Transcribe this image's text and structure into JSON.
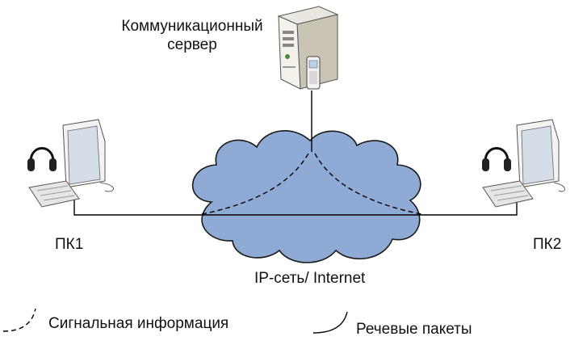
{
  "server": {
    "label_line1": "Коммуникационный",
    "label_line2": "сервер"
  },
  "network": {
    "label": "IP-сеть/ Internet"
  },
  "pc_left": {
    "label": "ПК1"
  },
  "pc_right": {
    "label": "ПК2"
  },
  "legend": {
    "signal_label": "Сигнальная информация",
    "voice_label": "Речевые пакеты"
  },
  "colors": {
    "cloud_fill": "#8FAAD4",
    "cloud_stroke": "#1a1a1a",
    "line": "#000000"
  }
}
